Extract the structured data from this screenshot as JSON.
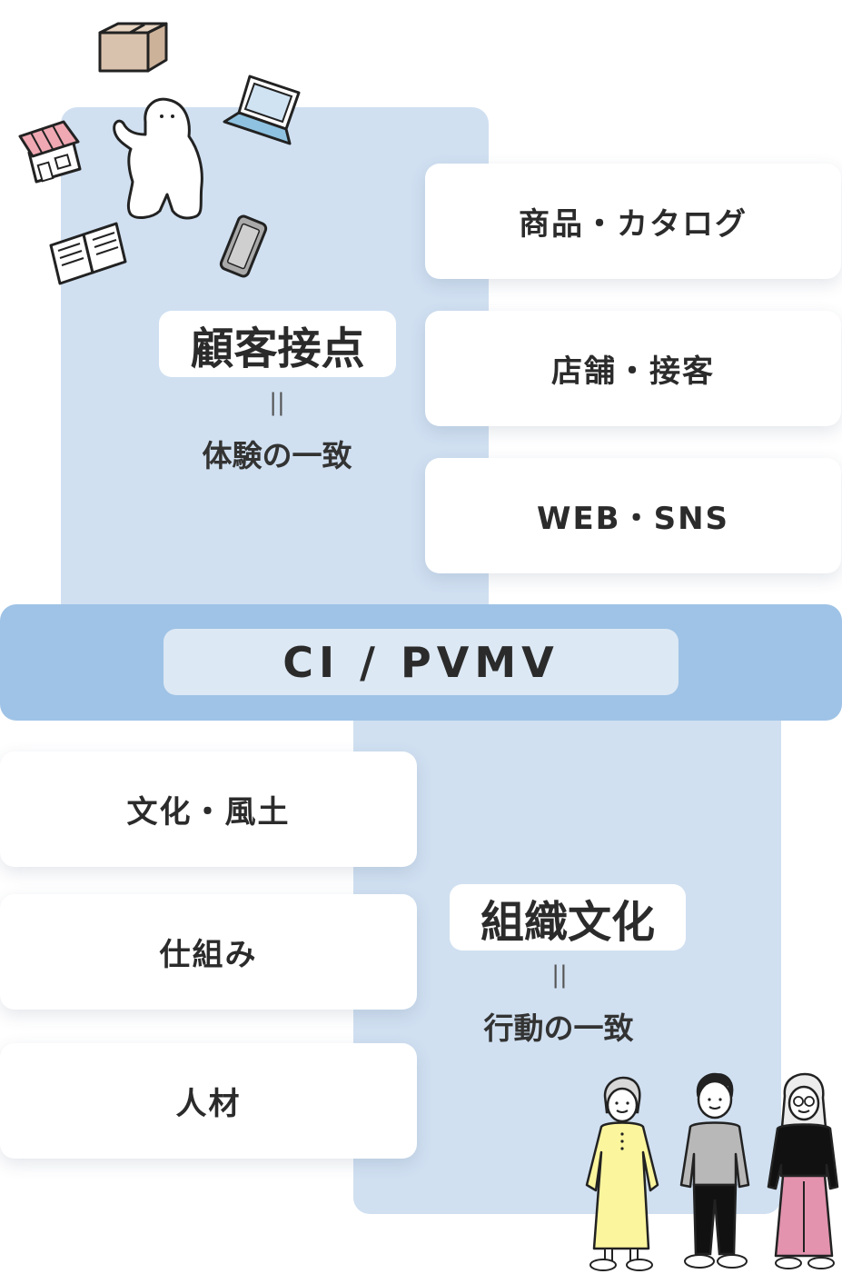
{
  "top_section": {
    "heading": "顧客接点",
    "equals": "||",
    "subheading": "体験の一致",
    "items": [
      {
        "label": "商品・カタログ"
      },
      {
        "label": "店舗・接客"
      },
      {
        "label": "WEB・SNS"
      }
    ]
  },
  "center_band": {
    "label": "CI / PVMV"
  },
  "bottom_section": {
    "heading": "組織文化",
    "equals": "||",
    "subheading": "行動の一致",
    "items": [
      {
        "label": "文化・風土"
      },
      {
        "label": "仕組み"
      },
      {
        "label": "人材"
      }
    ]
  },
  "illustrations": {
    "top_icons": [
      "box-icon",
      "laptop-icon",
      "shop-icon",
      "mascot-illustration",
      "book-icon",
      "smartphone-icon"
    ],
    "bottom_people": [
      "person-yellow-dress",
      "person-gray-sweater",
      "person-black-top-pink-skirt"
    ]
  },
  "colors": {
    "panel": "#d0e0f1",
    "band": "#9fc3e6",
    "band_label_bg": "#dce8f4",
    "card_bg": "#ffffff"
  }
}
